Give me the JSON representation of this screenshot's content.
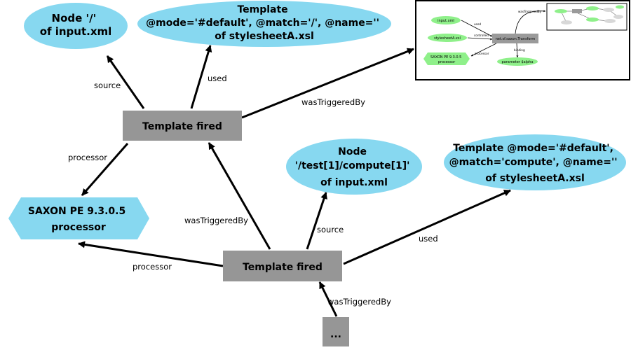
{
  "colors": {
    "entity": "#87d8f0",
    "activity": "#969696",
    "agent": "#87d8f0",
    "edge": "#000000",
    "thumb_green": "#8ff08a",
    "thumb_gray": "#9a9a9a"
  },
  "nodes": {
    "root_node": {
      "lines": [
        "Node '/'",
        "of input.xml"
      ]
    },
    "template_root": {
      "lines": [
        "Template",
        "@mode='#default', @match='/', @name=''",
        "of stylesheetA.xsl"
      ]
    },
    "template_fired_1": {
      "lines": [
        "Template fired"
      ]
    },
    "saxon": {
      "lines": [
        "SAXON PE 9.3.0.5",
        "processor"
      ]
    },
    "compute_node": {
      "lines": [
        "Node",
        "'/test[1]/compute[1]'",
        "of input.xml"
      ]
    },
    "template_compute": {
      "lines": [
        "Template @mode='#default',",
        "@match='compute', @name=''",
        "of stylesheetA.xsl"
      ]
    },
    "template_fired_2": {
      "lines": [
        "Template fired"
      ]
    },
    "ellipsis": {
      "lines": [
        "..."
      ]
    }
  },
  "edges": {
    "source_1": "source",
    "used_1": "used",
    "was_triggered_by_thumb": "wasTriggeredBy",
    "processor_1": "processor",
    "was_triggered_by_1": "wasTriggeredBy",
    "source_2": "source",
    "used_2": "used",
    "processor_2": "processor",
    "was_triggered_by_2": "wasTriggeredBy"
  },
  "thumbnail": {
    "nodes": {
      "input": "input.xml",
      "stylesheet": "stylesheetA.xsl",
      "transform": "net.sf.saxon.Transform",
      "saxon_lines": [
        "SAXON PE 9.3.0.5",
        "processor"
      ],
      "parameter": "parameter $alpha"
    },
    "edges": {
      "used": "used",
      "controlled": "controlled",
      "processor": "processor",
      "binding": "binding",
      "was_triggered_by": "wasTriggeredBy"
    }
  }
}
